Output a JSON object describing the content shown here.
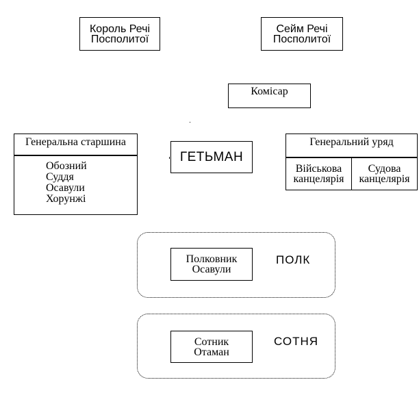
{
  "nodes": {
    "king": {
      "line1": "Король Речі",
      "line2": "Посполитої"
    },
    "sejm": {
      "line1": "Сейм Речі",
      "line2": "Посполитої"
    },
    "commissar": {
      "label": "Комісар"
    },
    "hetman": {
      "label": "ГЕТЬМАН"
    },
    "general_starshyna": {
      "title": "Генеральна старшина",
      "members": [
        "Обозний",
        "Суддя",
        "Осавули",
        "Хорунжі"
      ]
    },
    "general_government": {
      "title": "Генеральний уряд",
      "military_chancellery": {
        "line1": "Військова",
        "line2": "канцелярія"
      },
      "court_chancellery": {
        "line1": "Судова",
        "line2": "канцелярія"
      }
    },
    "regiment_officers": {
      "line1": "Полковник",
      "line2": "Осавули"
    },
    "hundred_officers": {
      "line1": "Сотник",
      "line2": "Отаман"
    }
  },
  "groups": {
    "regiment": {
      "label": "ПОЛК"
    },
    "hundred": {
      "label": "СОТНЯ"
    }
  }
}
